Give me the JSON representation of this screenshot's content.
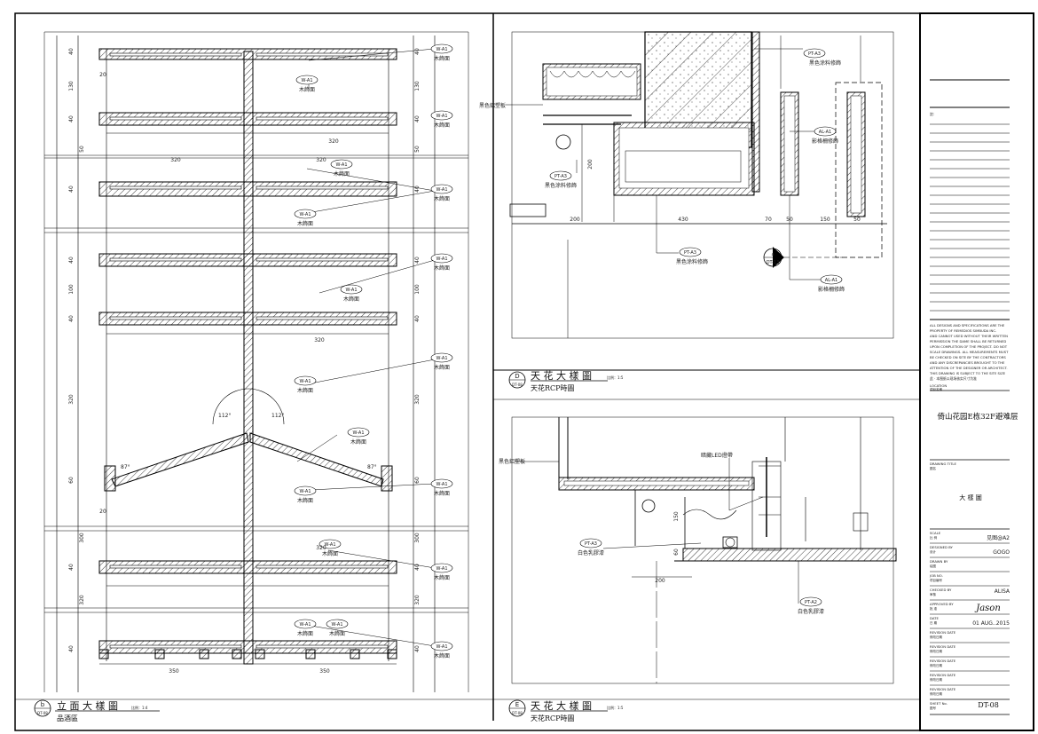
{
  "sheet": {
    "project_name": "倚山花园E栋32F避难层",
    "drawing_title_label": "DRAWING TITLE",
    "drawing_title_sub": "图名",
    "drawing_title": "大 樣 圖",
    "scale_label": "SCALE",
    "scale_sub": "比 例",
    "scale_value": "见图@A2",
    "designed_label": "DESIGNED BY",
    "designed_sub": "设计",
    "designed_value": "GOGO",
    "drawn_label": "DRAWN BY",
    "drawn_sub": "绘图",
    "job_label": "JOB NO.",
    "job_sub": "项目编号",
    "checked_label": "CHECKED BY",
    "checked_sub": "审核",
    "checked_value": "ALISA",
    "approved_label": "APPROVED BY",
    "approved_sub": "批 准",
    "signature": "Jason",
    "date_label": "DATE",
    "date_sub": "日 期",
    "date_value": "01 AUG..2015",
    "rev_label": "REVISION DATE",
    "rev_sub": "修改日期",
    "sheet_no_label": "SHEET No.",
    "sheet_no_sub": "图号",
    "sheet_no": "DT-08",
    "location_label": "LOCATION",
    "location_sub": "項目名稱",
    "notes_label": "註:",
    "disclaimer": [
      "ALL DESIGNS AND SPECIFICATIONS ARE THE",
      "PROPERTY OF REMEDIOS SIMBUDA INC.",
      "AND CANNOT USED WITHOUT THEIR WRITTEN",
      "PERMISSION THE DAME SHALL BE RETURNED",
      "UPON COMPLETION OF THE PROJECT. DO NOT",
      "SCALE DRAWINGS. ALL MEASUREMENTS MUST",
      "BE CHECKED ON SITE BY THE CONTRACTORS",
      "AND ANY DISCREPANCIES BROUGHT TO THE",
      "ATTENTION OF THE DESIGNER OR ARCHITECT.",
      "THIS DRAWING IS SUBJECT TO THE SITE SIZE",
      "此 · 本图纸以现场核实尺寸为准"
    ]
  },
  "views": {
    "left": {
      "id": "b",
      "ref": "DT-08",
      "title": "立 面 大 樣 圖",
      "scale": "比例：1:4",
      "subtitle": "品酒區"
    },
    "top_right": {
      "id": "D",
      "ref": "DT-08",
      "title": "天 花 大 樣 圖",
      "scale": "比例：1:5",
      "subtitle": "天花RCP時圖"
    },
    "bottom_right": {
      "id": "E",
      "ref": "DT-08",
      "title": "天 花 大 樣 圖",
      "scale": "比例：1:5",
      "subtitle": "天花RCP時圖"
    }
  },
  "left_drawing": {
    "tag": "W-A1",
    "material": "木飾面",
    "dims_left": [
      "40",
      "130",
      "40",
      "50",
      "40",
      "40",
      "100",
      "40",
      "320",
      "60",
      "300",
      "40",
      "320",
      "40"
    ],
    "dims_right": [
      "40",
      "130",
      "40",
      "50",
      "40",
      "40",
      "100",
      "40",
      "320",
      "60",
      "300",
      "40",
      "320",
      "40"
    ],
    "dim_320": "320",
    "dim_350a": "350",
    "dim_350b": "350",
    "dim_20": "20",
    "angle_112": "112°",
    "angle_87": "87°"
  },
  "top_right_drawing": {
    "tag_pt": "PT-A3",
    "tag_al": "AL-A1",
    "paint_black": "黑色涂料修飾",
    "shadow_grid": "影格柵修飾",
    "black_alu": "黑色鋁塑板",
    "dims": [
      "200",
      "430",
      "70",
      "50",
      "150",
      "50",
      "200"
    ],
    "ref_a": "a",
    "ref_sheet": "DT-13"
  },
  "bottom_right_drawing": {
    "tag_pt3": "PT-A3",
    "tag_pt2": "PT-A2",
    "black_alu": "黑色鋁塑板",
    "led": "暗藏LED燈帶",
    "white_paint": "白色乳膠漆",
    "dims": [
      "150",
      "60",
      "200"
    ]
  }
}
